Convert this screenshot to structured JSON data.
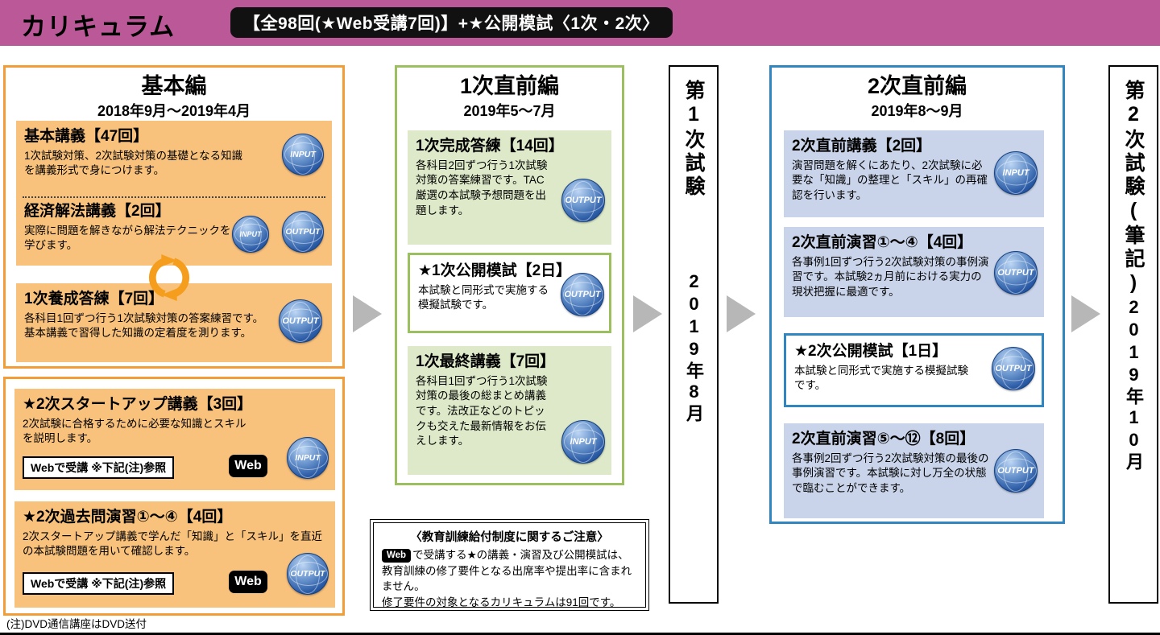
{
  "header": {
    "title": "カリキュラム",
    "badge": "【全98回(★Web受講7回)】+★公開模試〈1次・2次〉"
  },
  "labels": {
    "input": "INPUT",
    "output": "OUTPUT",
    "web": "Web"
  },
  "basic": {
    "title": "基本編",
    "period": "2018年9月～2019年4月",
    "kihon": {
      "title": "基本講義【47回】",
      "desc": "1次試験対策、2次試験対策の基礎となる知識を講義形式で身につけます。"
    },
    "keizai": {
      "title": "経済解法講義【2回】",
      "desc": "実際に問題を解きながら解法テクニックを学びます。"
    },
    "yousei": {
      "title": "1次養成答練【7回】",
      "desc": "各科目1回ずつ行う1次試験対策の答案練習です。基本講義で習得した知識の定着度を測ります。"
    }
  },
  "startup": {
    "startup_card": {
      "title": "★2次スタートアップ講義【3回】",
      "desc": "2次試験に合格するために必要な知識とスキルを説明します。",
      "web_note": "Webで受講 ※下記(注)参照"
    },
    "kakomon_card": {
      "title": "★2次過去問演習①～④【4回】",
      "desc": "2次スタートアップ講義で学んだ「知識」と「スキル」を直近の本試験問題を用いて確認します。",
      "web_note": "Webで受講 ※下記(注)参照"
    }
  },
  "pre1": {
    "title": "1次直前編",
    "period": "2019年5～7月",
    "kansei": {
      "title": "1次完成答練【14回】",
      "desc": "各科目2回ずつ行う1次試験対策の答案練習です。TAC厳選の本試験予想問題を出題します。"
    },
    "moshi": {
      "title": "★1次公開模試【2日】",
      "desc": "本試験と同形式で実施する模擬試験です。"
    },
    "saishuu": {
      "title": "1次最終講義【7回】",
      "desc": "各科目1回ずつ行う1次試験対策の最後の総まとめ講義です。法改正などのトピックも交えた最新情報をお伝えします。"
    }
  },
  "notice": {
    "title": "〈教育訓練給付制度に関するご注意〉",
    "body1": "で受講する★の講義・演習及び公開模試は、教育訓練の修了要件となる出席率や提出率に含まれません。",
    "body2": "修了要件の対象となるカリキュラムは91回です。"
  },
  "exam1": {
    "name": "第1次試験",
    "date": "2019年8月"
  },
  "pre2": {
    "title": "2次直前編",
    "period": "2019年8～9月",
    "kougi": {
      "title": "2次直前講義【2回】",
      "desc": "演習問題を解くにあたり、2次試験に必要な「知識」の整理と「スキル」の再確認を行います。"
    },
    "enshu1": {
      "title": "2次直前演習①～④【4回】",
      "desc": "各事例1回ずつ行う2次試験対策の事例演習です。本試験2ヵ月前における実力の現状把握に最適です。"
    },
    "moshi": {
      "title": "★2次公開模試【1日】",
      "desc": "本試験と同形式で実施する模擬試験です。"
    },
    "enshu2": {
      "title": "2次直前演習⑤～⑫【8回】",
      "desc": "各事例2回ずつ行う2次試験対策の最後の事例演習です。本試験に対し万全の状態で臨むことができます。"
    }
  },
  "exam2": {
    "name": "第2次試験(筆記)",
    "date": "2019年10月"
  },
  "footnote": "(注)DVD通信講座はDVD送付",
  "colors": {
    "header_pink": "#bb5898",
    "orange_border": "#f29d38",
    "orange_fill": "#f8c17c",
    "green_border": "#9cbf5f",
    "green_fill": "#dde9c8",
    "blue_border": "#2f86c1",
    "blue_fill": "#c9d4ea",
    "arrow_gray": "#b7b7b7",
    "globe_blue": "#2a5aa5",
    "cycle_orange": "#f59e1e"
  }
}
